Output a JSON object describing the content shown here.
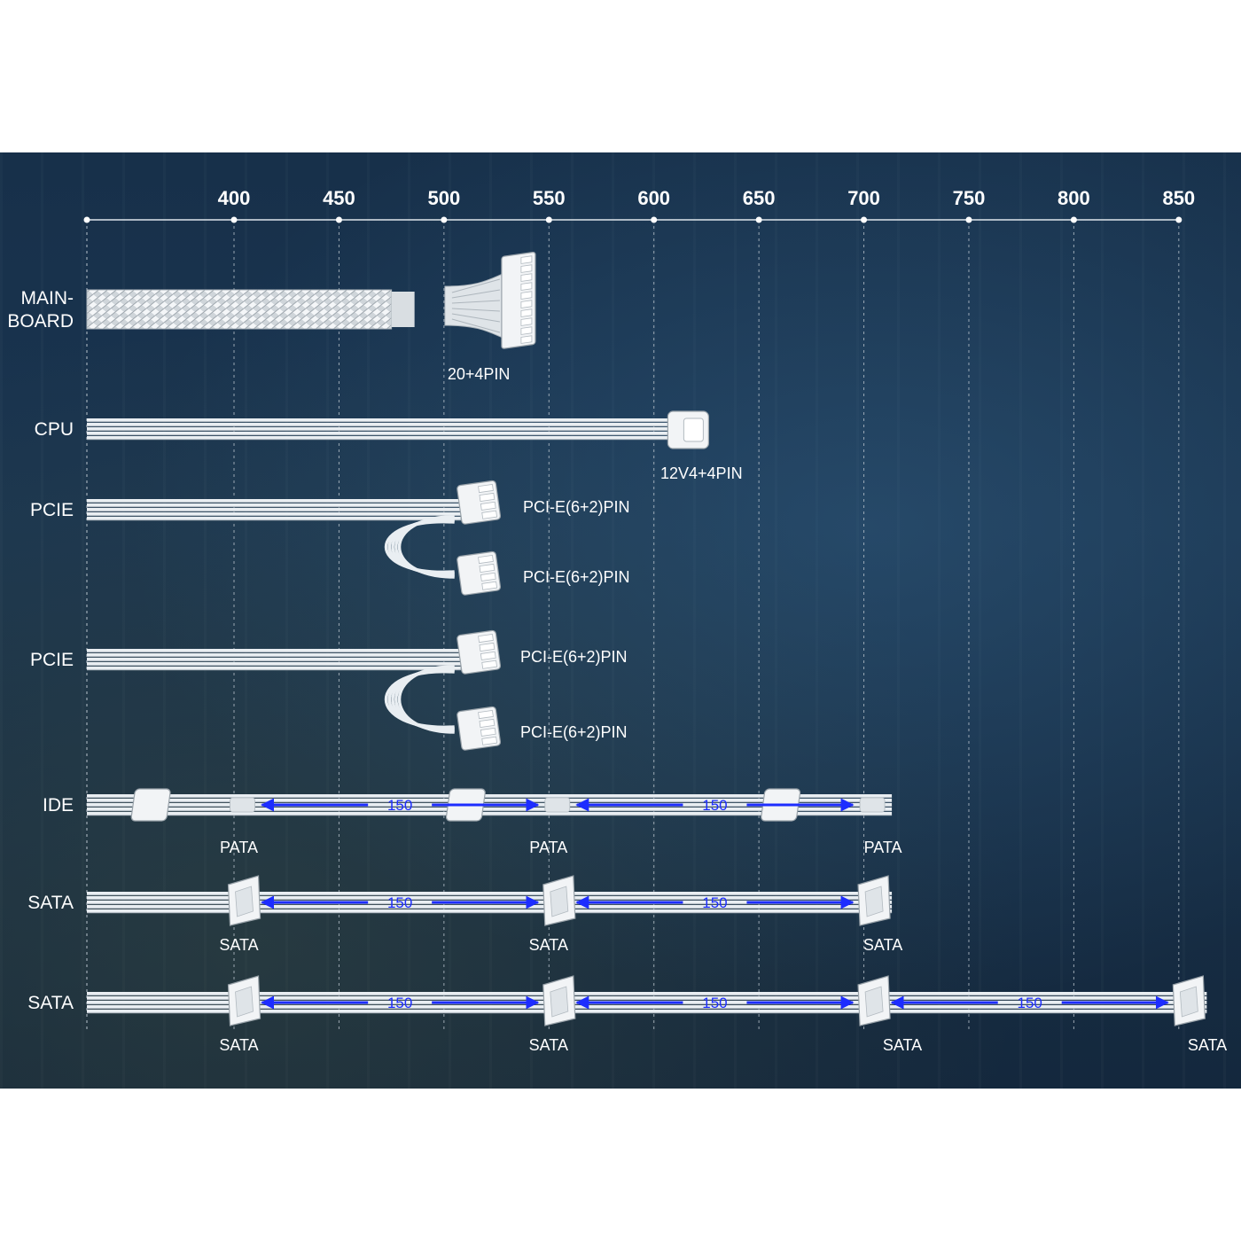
{
  "colors": {
    "panel": "#17304a",
    "cable": "#e9eef2",
    "connector": "#f2f4f6",
    "arrow": "#1d2dff",
    "text": "#ffffff"
  },
  "scale": {
    "ticks": [
      "400",
      "450",
      "500",
      "550",
      "600",
      "650",
      "700",
      "750",
      "800",
      "850"
    ]
  },
  "cables": [
    {
      "id": "mainboard",
      "label_lines": [
        "MAIN-",
        "BOARD"
      ],
      "sleeved": true,
      "length": 535,
      "connectors": [
        {
          "label": "20+4PIN",
          "at": 535,
          "kind": "atx"
        }
      ],
      "dimensions": []
    },
    {
      "id": "cpu",
      "label_lines": [
        "CPU"
      ],
      "length": 620,
      "connectors": [
        {
          "label": "12V4+4PIN",
          "at": 620,
          "kind": "eps"
        }
      ],
      "dimensions": []
    },
    {
      "id": "pcie1",
      "label_lines": [
        "PCIE"
      ],
      "length": 505,
      "connectors": [
        {
          "label": "PCI-E(6+2)PIN",
          "at": 515,
          "kind": "pcie"
        },
        {
          "label": "PCI-E(6+2)PIN",
          "at": 515,
          "kind": "pcie-loop"
        }
      ],
      "dimensions": []
    },
    {
      "id": "pcie2",
      "label_lines": [
        "PCIE"
      ],
      "length": 505,
      "connectors": [
        {
          "label": "PCI-E(6+2)PIN",
          "at": 515,
          "kind": "pcie"
        },
        {
          "label": "PCI-E(6+2)PIN",
          "at": 515,
          "kind": "pcie-loop"
        }
      ],
      "dimensions": []
    },
    {
      "id": "ide",
      "label_lines": [
        "IDE"
      ],
      "length": 715,
      "connectors": [
        {
          "label": "PATA",
          "at": 415,
          "kind": "molex"
        },
        {
          "label": "PATA",
          "at": 565,
          "kind": "molex"
        },
        {
          "label": "PATA",
          "at": 715,
          "kind": "molex"
        }
      ],
      "dimensions": [
        "150",
        "150"
      ]
    },
    {
      "id": "sata1",
      "label_lines": [
        "SATA"
      ],
      "length": 715,
      "connectors": [
        {
          "label": "SATA",
          "at": 415,
          "kind": "sata"
        },
        {
          "label": "SATA",
          "at": 565,
          "kind": "sata"
        },
        {
          "label": "SATA",
          "at": 715,
          "kind": "sata"
        }
      ],
      "dimensions": [
        "150",
        "150"
      ]
    },
    {
      "id": "sata2",
      "label_lines": [
        "SATA"
      ],
      "length": 865,
      "connectors": [
        {
          "label": "SATA",
          "at": 415,
          "kind": "sata"
        },
        {
          "label": "SATA",
          "at": 565,
          "kind": "sata"
        },
        {
          "label": "SATA",
          "at": 715,
          "kind": "sata"
        },
        {
          "label": "SATA",
          "at": 865,
          "kind": "sata"
        }
      ],
      "dimensions": [
        "150",
        "150",
        "150"
      ]
    }
  ]
}
